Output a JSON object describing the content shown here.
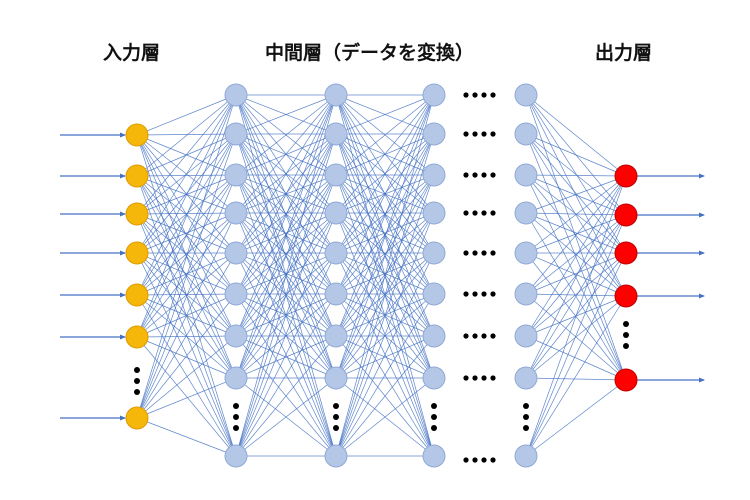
{
  "labels": {
    "input": "入力層",
    "hidden": "中間層（データを変換）",
    "output": "出力層"
  },
  "colors": {
    "input_node": "#F5B70A",
    "input_stroke": "#E09A00",
    "hidden_node": "#B4C7E7",
    "hidden_stroke": "#8FA9D6",
    "output_node": "#FF0000",
    "output_stroke": "#C00000",
    "connection": "#4472C4",
    "dots": "#000000"
  }
}
